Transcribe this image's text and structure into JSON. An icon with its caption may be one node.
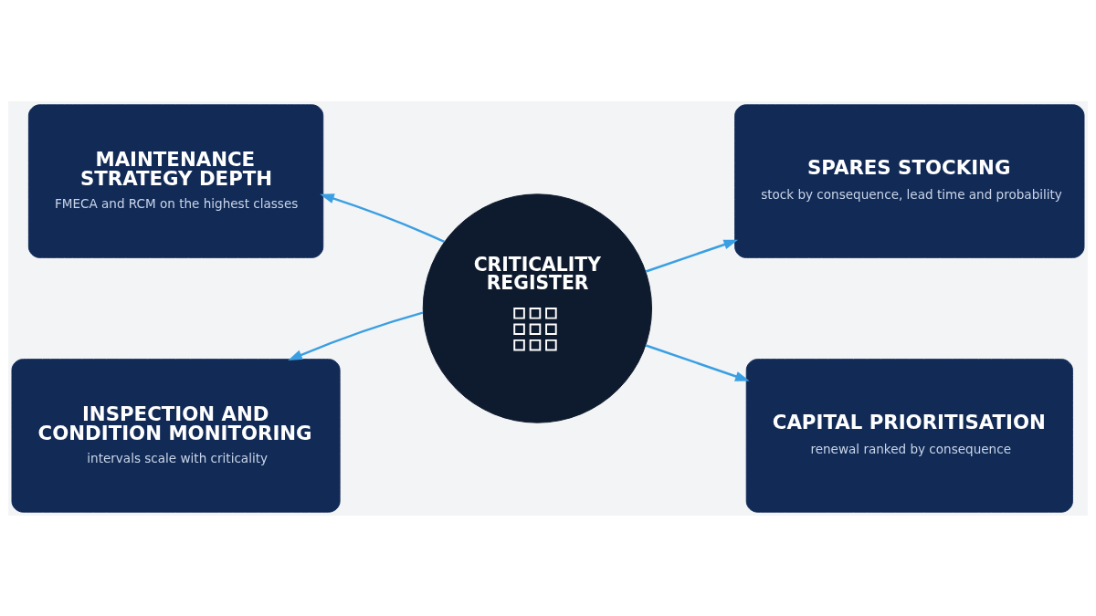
{
  "diagram": {
    "nodes": [
      {
        "text": [
          "MAINTENANCE STRATEGY DEPTH",
          "FMECA and RCM on the highest classes"
        ]
      },
      {
        "text": [
          "SPARES STOCKING",
          "stock by consequence, lead time and probability"
        ]
      },
      {
        "text": [
          "CRITICALITY REGISTER"
        ]
      },
      {
        "text": [
          "INSPECTION AND CONDITION MONITORING",
          "intervals scale with criticality"
        ]
      },
      {
        "text": [
          "CAPITAL PRIORITISATION",
          "renewal ranked by consequence"
        ]
      }
    ],
    "edges": [
      {
        "from": 2,
        "to": 0,
        "arrow": "to"
      },
      {
        "from": 2,
        "to": 1,
        "arrow": "to"
      },
      {
        "from": 2,
        "to": 3,
        "arrow": "to"
      },
      {
        "from": 2,
        "to": 4,
        "arrow": "to"
      }
    ]
  }
}
